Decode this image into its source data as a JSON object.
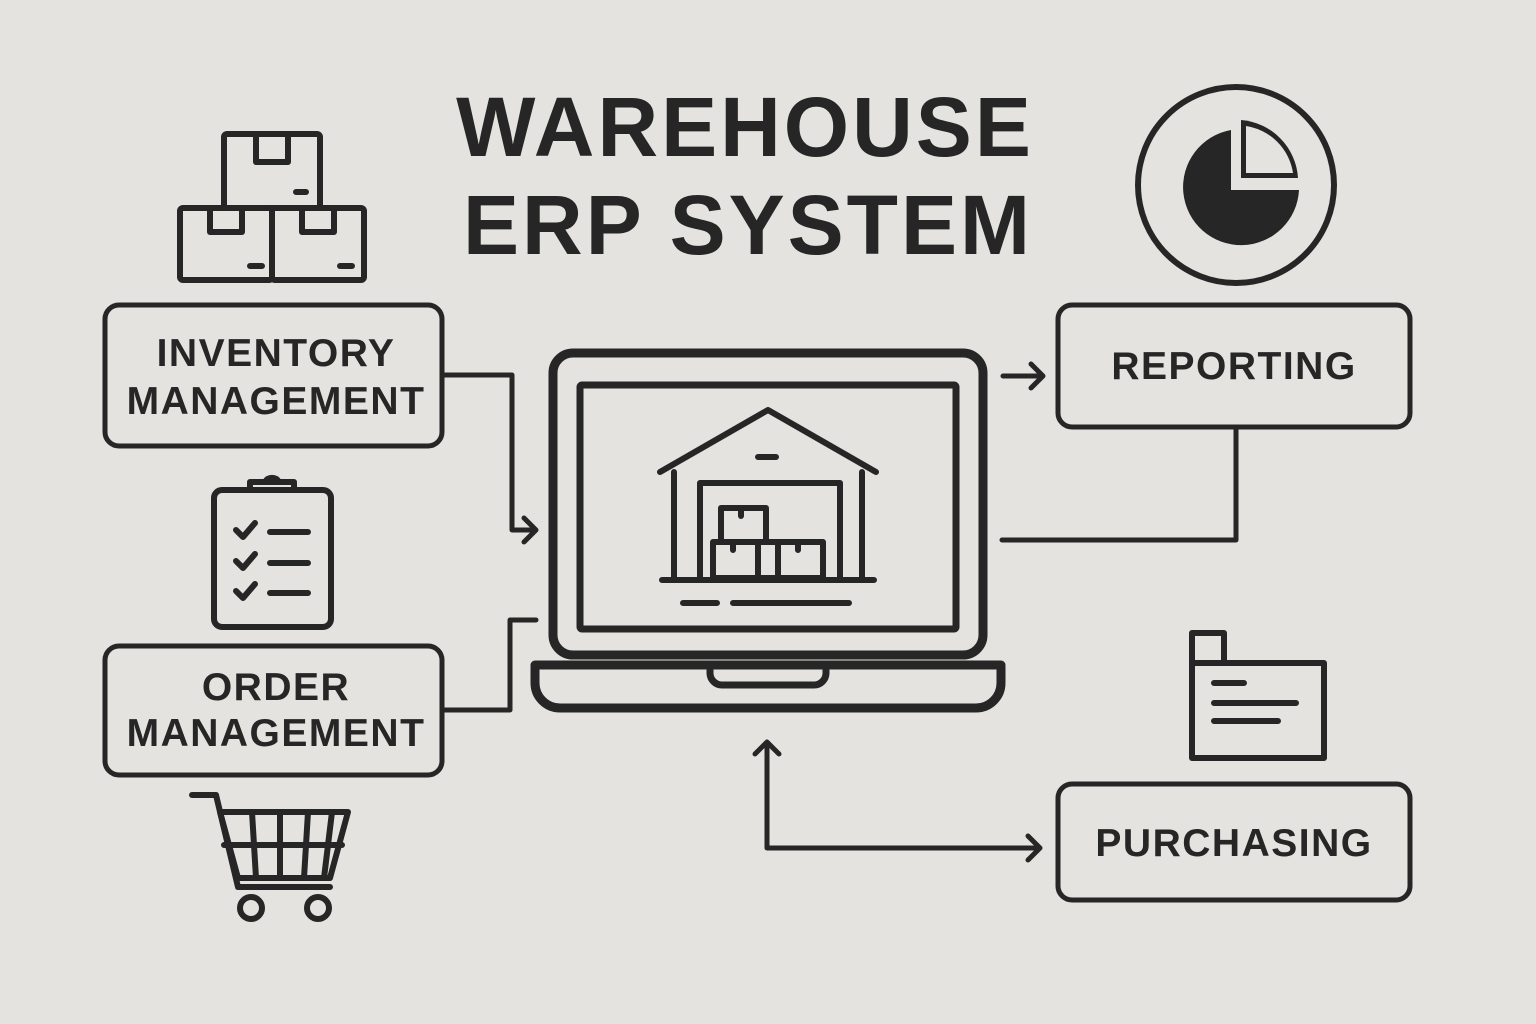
{
  "title": {
    "line1": "WAREHOUSE",
    "line2": "ERP SYSTEM"
  },
  "modules": {
    "inventory": {
      "line1": "INVENTORY",
      "line2": "MANAGEMENT",
      "icon": "stacked-boxes-icon"
    },
    "order": {
      "line1": "ORDER",
      "line2": "MANAGEMENT",
      "icons": [
        "clipboard-checklist-icon",
        "shopping-cart-icon"
      ]
    },
    "reporting": {
      "label": "REPORTING",
      "icon": "pie-chart-icon"
    },
    "purchasing": {
      "label": "PURCHASING",
      "icon": "document-icon"
    }
  },
  "center": {
    "icon": "laptop-warehouse-icon"
  },
  "colors": {
    "background": "#e4e3df",
    "stroke": "#262626"
  }
}
